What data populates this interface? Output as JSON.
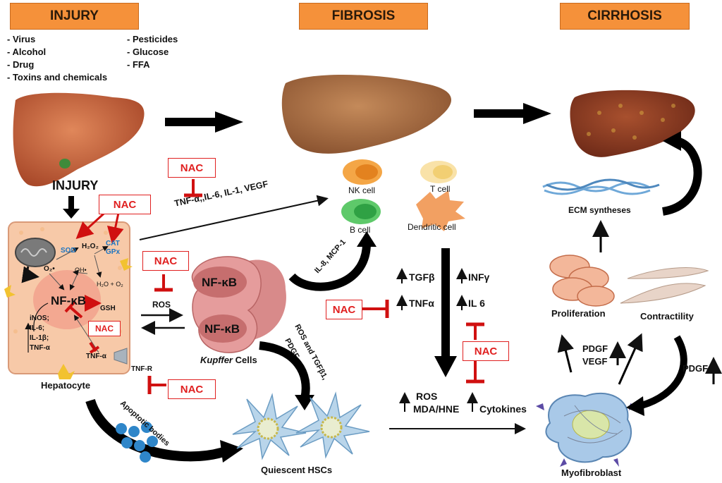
{
  "stages": {
    "injury": "INJURY",
    "fibrosis": "FIBROSIS",
    "cirrhosis": "CIRRHOSIS"
  },
  "injury_causes_left": [
    "- Virus",
    "- Alcohol",
    "- Drug",
    "- Toxins and chemicals"
  ],
  "injury_causes_right": [
    "- Pesticides",
    "- Glucose",
    "- FFA"
  ],
  "injury_label": "INJURY",
  "nac": "NAC",
  "cytokines_top": "TNF-α,,IL-6, IL-1, VEGF",
  "hepatocyte": {
    "label": "Hepatocyte",
    "sod": "SOD",
    "h2o2": "H₂O₂",
    "cat": "CAT",
    "gpx": "GPx",
    "o2": "O₂•",
    "oh": "OH•",
    "h2o": "H₂O + O₂",
    "nfkb": "NF-κB",
    "gsh": "GSH",
    "inos": "iNOS;",
    "il6": "IL-6;",
    "il1b": "IL-1β;",
    "tnfa_list": "TNF-α",
    "tnfa_rec": "TNF-α",
    "tnfr": "TNF-R"
  },
  "ros": "ROS",
  "kupffer": {
    "nfkb_top": "NF-κB",
    "nfkb_bottom": "NF-κB",
    "label": "Kupffer",
    "label2": " Cells"
  },
  "immune": {
    "nk": "NK cell",
    "t": "T cell",
    "b": "B cell",
    "dendritic": "Dendritic cell"
  },
  "il8": "IL-8, MCP-1",
  "ros_tgf": "ROS and TGFβ1,",
  "pdgf_rot": "PDGF",
  "apoptotic": "Apoptotic bodies",
  "quiescent": "Quiescent HSCs",
  "fibrosis_markers": {
    "tgfb": "TGFβ",
    "tnfa": "TNFα",
    "infg": "INFγ",
    "il6": "IL 6",
    "ros": "ROS",
    "mda": "MDA/HNE",
    "cytokines": "Cytokines"
  },
  "ecm": "ECM syntheses",
  "proliferation": "Proliferation",
  "contractility": "Contractility",
  "pdgf": "PDGF",
  "vegf": "VEGF",
  "pdgf_right": "PDGF",
  "myofibroblast": "Myofibroblast",
  "colors": {
    "header": "#f5913a",
    "nac": "#e02020",
    "liver": "#c8643a",
    "cell": "#f7c9a8"
  }
}
